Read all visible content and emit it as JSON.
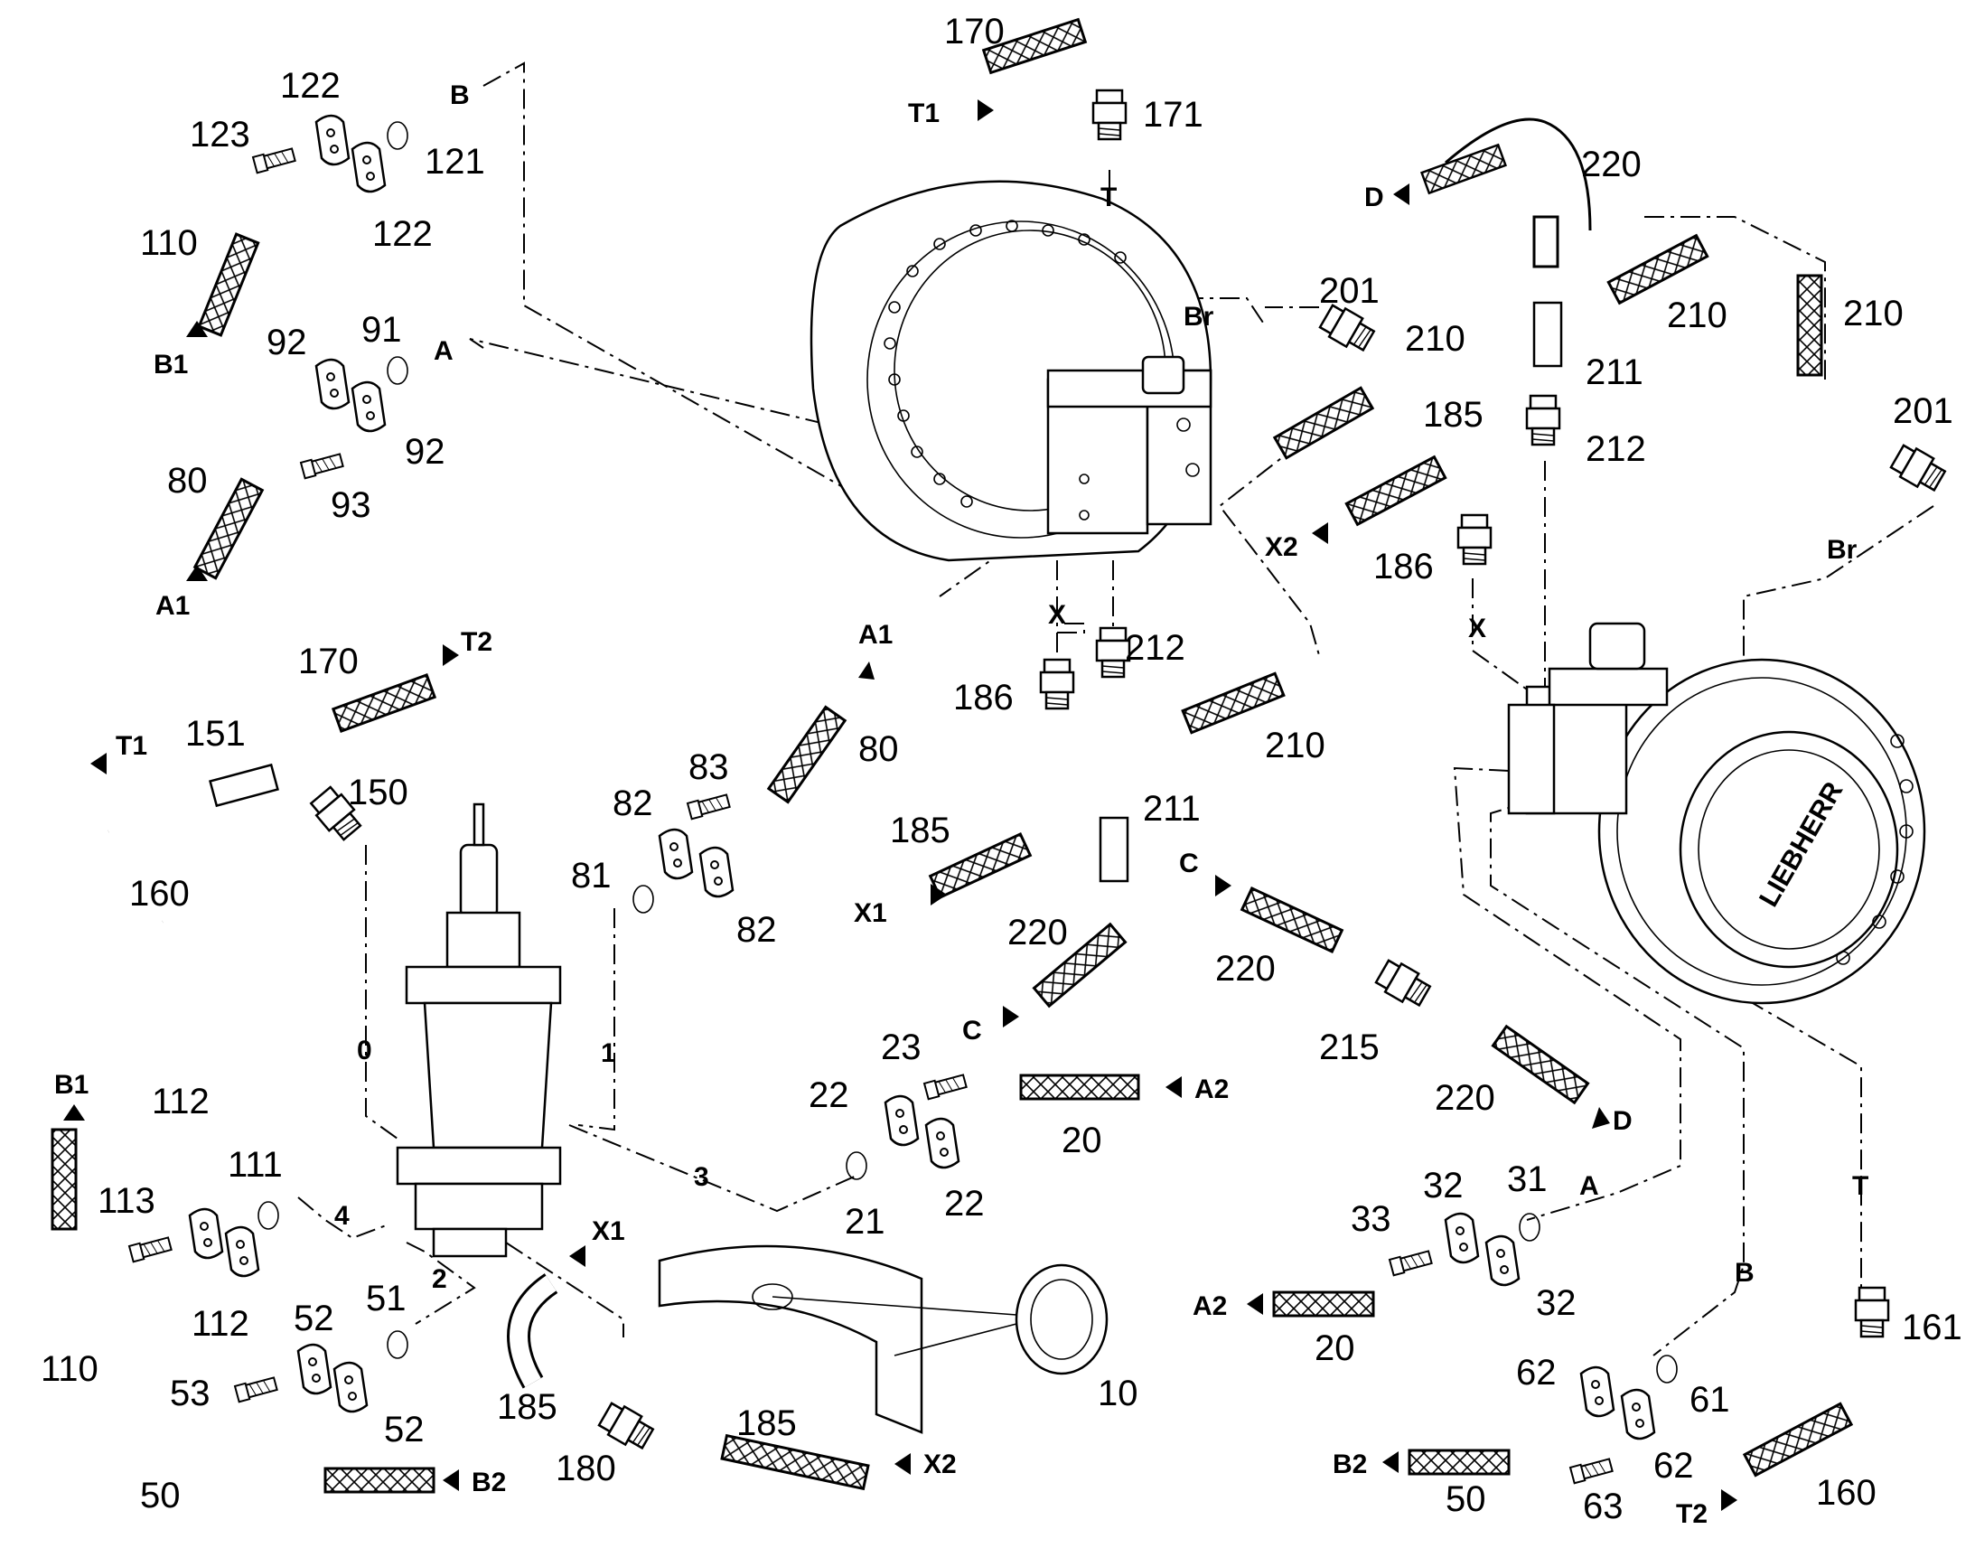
{
  "brand_text": "LIEBHERR",
  "part_numbers": [
    {
      "id": "p170a",
      "text": "170"
    },
    {
      "id": "p171",
      "text": "171"
    },
    {
      "id": "p220a",
      "text": "220"
    },
    {
      "id": "p123",
      "text": "123"
    },
    {
      "id": "p122a",
      "text": "122"
    },
    {
      "id": "p121",
      "text": "121"
    },
    {
      "id": "p122b",
      "text": "122"
    },
    {
      "id": "p110a",
      "text": "110"
    },
    {
      "id": "p92a",
      "text": "92"
    },
    {
      "id": "p91",
      "text": "91"
    },
    {
      "id": "p92b",
      "text": "92"
    },
    {
      "id": "p80a",
      "text": "80"
    },
    {
      "id": "p93",
      "text": "93"
    },
    {
      "id": "p201a",
      "text": "201"
    },
    {
      "id": "p210a",
      "text": "210"
    },
    {
      "id": "p210b",
      "text": "210"
    },
    {
      "id": "p210c",
      "text": "210"
    },
    {
      "id": "p211a",
      "text": "211"
    },
    {
      "id": "p212a",
      "text": "212"
    },
    {
      "id": "p185a",
      "text": "185"
    },
    {
      "id": "p186a",
      "text": "186"
    },
    {
      "id": "p201b",
      "text": "201"
    },
    {
      "id": "p170b",
      "text": "170"
    },
    {
      "id": "p151",
      "text": "151"
    },
    {
      "id": "p150",
      "text": "150"
    },
    {
      "id": "p160a",
      "text": "160"
    },
    {
      "id": "p83",
      "text": "83"
    },
    {
      "id": "p82a",
      "text": "82"
    },
    {
      "id": "p81",
      "text": "81"
    },
    {
      "id": "p82b",
      "text": "82"
    },
    {
      "id": "p80b",
      "text": "80"
    },
    {
      "id": "p212b",
      "text": "212"
    },
    {
      "id": "p186b",
      "text": "186"
    },
    {
      "id": "p210d",
      "text": "210"
    },
    {
      "id": "p211b",
      "text": "211"
    },
    {
      "id": "p185b",
      "text": "185"
    },
    {
      "id": "p220b",
      "text": "220"
    },
    {
      "id": "p220c",
      "text": "220"
    },
    {
      "id": "p215",
      "text": "215"
    },
    {
      "id": "p220d",
      "text": "220"
    },
    {
      "id": "p0",
      "text": "0"
    },
    {
      "id": "p1",
      "text": "1"
    },
    {
      "id": "p112a",
      "text": "112"
    },
    {
      "id": "p113",
      "text": "113"
    },
    {
      "id": "p111",
      "text": "111"
    },
    {
      "id": "p4",
      "text": "4"
    },
    {
      "id": "p112b",
      "text": "112"
    },
    {
      "id": "p110b",
      "text": "110"
    },
    {
      "id": "p2",
      "text": "2"
    },
    {
      "id": "p3",
      "text": "3"
    },
    {
      "id": "p23",
      "text": "23"
    },
    {
      "id": "p22a",
      "text": "22"
    },
    {
      "id": "p20a",
      "text": "20"
    },
    {
      "id": "p21",
      "text": "21"
    },
    {
      "id": "p22b",
      "text": "22"
    },
    {
      "id": "p52a",
      "text": "52"
    },
    {
      "id": "p51",
      "text": "51"
    },
    {
      "id": "p53",
      "text": "53"
    },
    {
      "id": "p52b",
      "text": "52"
    },
    {
      "id": "p50a",
      "text": "50"
    },
    {
      "id": "p185c",
      "text": "185"
    },
    {
      "id": "p180",
      "text": "180"
    },
    {
      "id": "p185d",
      "text": "185"
    },
    {
      "id": "p10",
      "text": "10"
    },
    {
      "id": "p32a",
      "text": "32"
    },
    {
      "id": "p31",
      "text": "31"
    },
    {
      "id": "p33",
      "text": "33"
    },
    {
      "id": "p32b",
      "text": "32"
    },
    {
      "id": "p20b",
      "text": "20"
    },
    {
      "id": "p62a",
      "text": "62"
    },
    {
      "id": "p61",
      "text": "61"
    },
    {
      "id": "p62b",
      "text": "62"
    },
    {
      "id": "p63",
      "text": "63"
    },
    {
      "id": "p50b",
      "text": "50"
    },
    {
      "id": "p161",
      "text": "161"
    },
    {
      "id": "p160b",
      "text": "160"
    }
  ],
  "connection_letters": [
    {
      "id": "lB1",
      "text": "B"
    },
    {
      "id": "lA1",
      "text": "A"
    },
    {
      "id": "lT",
      "text": "T"
    },
    {
      "id": "lBr1",
      "text": "Br"
    },
    {
      "id": "lX1",
      "text": "X"
    },
    {
      "id": "lX2",
      "text": "X"
    },
    {
      "id": "lBr2",
      "text": "Br"
    },
    {
      "id": "lA2",
      "text": "A"
    },
    {
      "id": "lB2",
      "text": "B"
    },
    {
      "id": "lT2",
      "text": "T"
    }
  ],
  "port_tags": [
    {
      "id": "tT1a",
      "text": "T1"
    },
    {
      "id": "tD1",
      "text": "D"
    },
    {
      "id": "tB1a",
      "text": "B1"
    },
    {
      "id": "tA1a",
      "text": "A1"
    },
    {
      "id": "tX2a",
      "text": "X2"
    },
    {
      "id": "tT2a",
      "text": "T2"
    },
    {
      "id": "tT1b",
      "text": "T1"
    },
    {
      "id": "tA1b",
      "text": "A1"
    },
    {
      "id": "tX1a",
      "text": "X1"
    },
    {
      "id": "tC1",
      "text": "C"
    },
    {
      "id": "tC2",
      "text": "C"
    },
    {
      "id": "tD2",
      "text": "D"
    },
    {
      "id": "tA2a",
      "text": "A2"
    },
    {
      "id": "tB1b",
      "text": "B1"
    },
    {
      "id": "tX1b",
      "text": "X1"
    },
    {
      "id": "tB2a",
      "text": "B2"
    },
    {
      "id": "tX2b",
      "text": "X2"
    },
    {
      "id": "tA2b",
      "text": "A2"
    },
    {
      "id": "tB2b",
      "text": "B2"
    },
    {
      "id": "tT2b",
      "text": "T2"
    }
  ]
}
